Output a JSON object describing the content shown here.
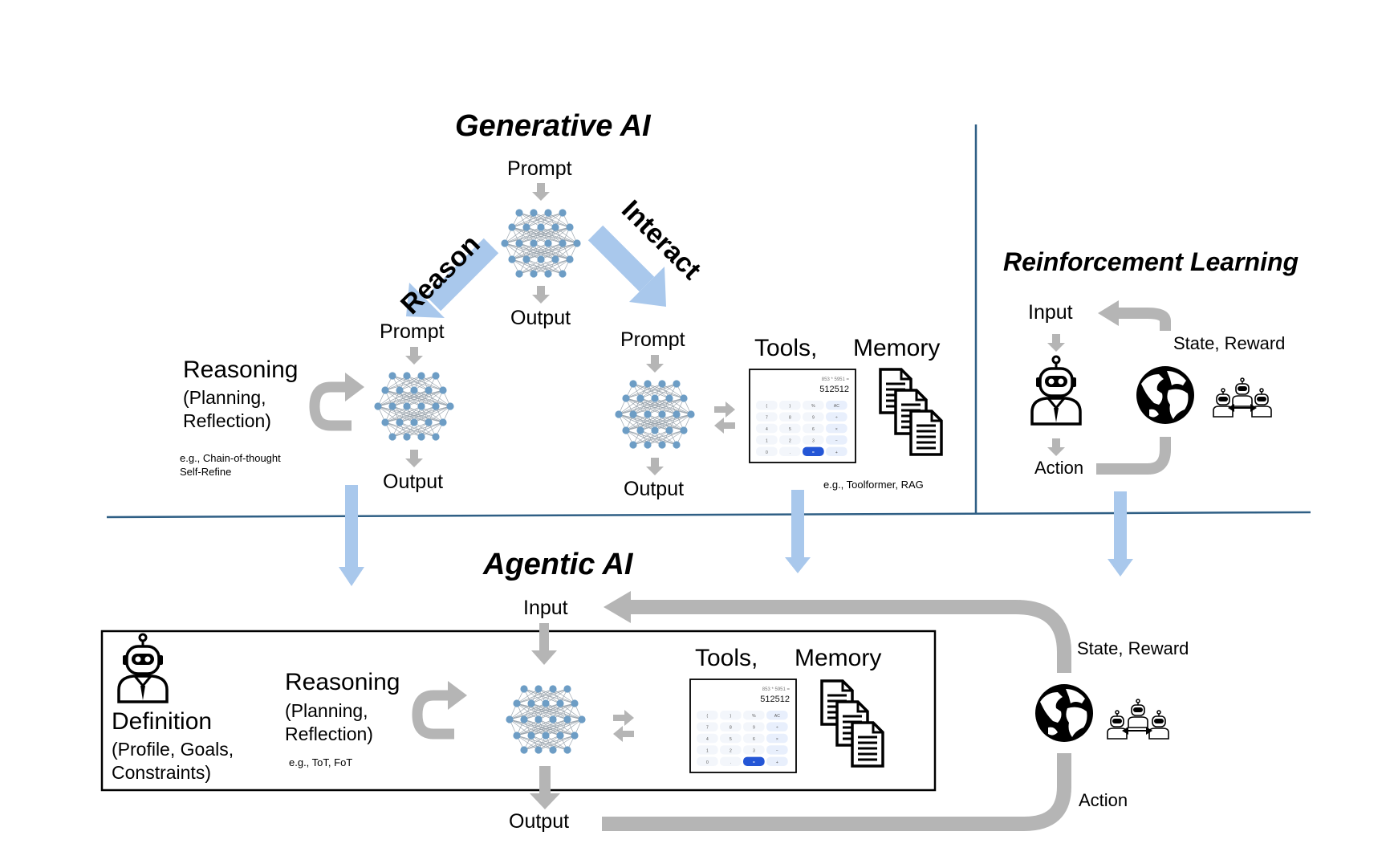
{
  "generative": {
    "title": "Generative AI",
    "top_prompt": "Prompt",
    "top_output": "Output",
    "reason_label": "Reason",
    "interact_label": "Interact",
    "reason_prompt": "Prompt",
    "reason_output": "Output",
    "reasoning_title": "Reasoning",
    "reasoning_sub1": "(Planning,",
    "reasoning_sub2": "Reflection)",
    "reasoning_eg1": "e.g., Chain-of-thought",
    "reasoning_eg2": "Self-Refine",
    "interact_prompt": "Prompt",
    "interact_output": "Output",
    "tools_label": "Tools,",
    "memory_label": "Memory",
    "tools_eg": "e.g., Toolformer, RAG",
    "calc_small": "853 * 5951 =",
    "calc_display": "512512"
  },
  "rl": {
    "title": "Reinforcement Learning",
    "input": "Input",
    "action": "Action",
    "state_reward": "State, Reward"
  },
  "agentic": {
    "title": "Agentic AI",
    "input": "Input",
    "output": "Output",
    "definition_title": "Definition",
    "definition_sub1": "(Profile, Goals,",
    "definition_sub2": "Constraints)",
    "reasoning_title": "Reasoning",
    "reasoning_sub1": "(Planning,",
    "reasoning_sub2": "Reflection)",
    "reasoning_eg": "e.g., ToT, FoT",
    "tools_label": "Tools,",
    "memory_label": "Memory",
    "state_reward": "State, Reward",
    "action": "Action",
    "calc_small": "853 * 5951 =",
    "calc_display": "512512"
  },
  "colors": {
    "light_blue_arrow": "#a9c8ec",
    "gray_arrow": "#b5b5b5",
    "divider_line": "#2f5f85",
    "network_node": "#6d9dc5",
    "calc_key": "#dde8fb",
    "calc_equals": "#2456d6"
  }
}
